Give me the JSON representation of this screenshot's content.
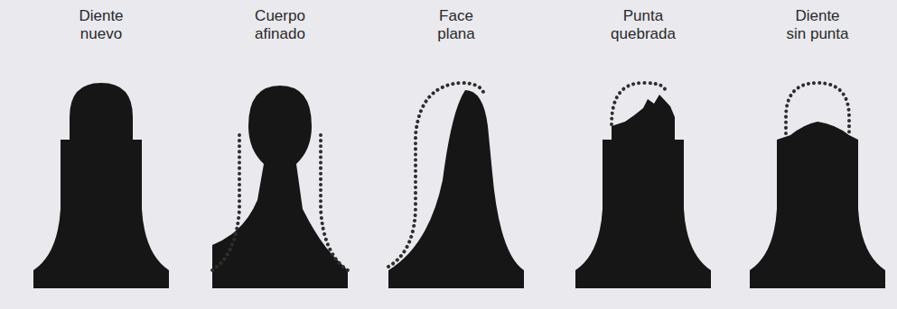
{
  "diagram": {
    "labels": [
      "Diente nuevo",
      "Cuerpo afinado",
      "Face plana",
      "Punta quebrada",
      "Diente sin punta"
    ]
  }
}
